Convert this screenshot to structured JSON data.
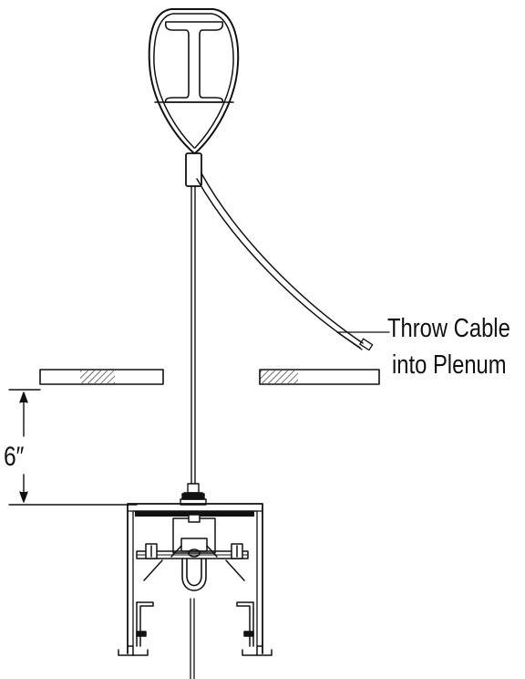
{
  "annotation": {
    "line1": "Throw Cable",
    "line2": "into Plenum"
  },
  "dimension": {
    "label": "6″"
  },
  "colors": {
    "stroke": "#111111",
    "background": "#ffffff"
  }
}
